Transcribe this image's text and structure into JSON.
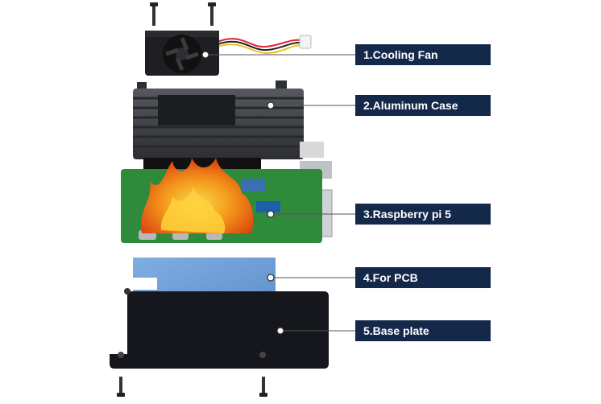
{
  "callouts": [
    {
      "id": "cooling-fan",
      "label": "1.Cooling Fan"
    },
    {
      "id": "aluminum-case",
      "label": "2.Aluminum Case"
    },
    {
      "id": "raspberry-pi",
      "label": "3.Raspberry pi 5"
    },
    {
      "id": "pcb-pad",
      "label": "4.For PCB"
    },
    {
      "id": "base-plate",
      "label": "5.Base plate"
    }
  ],
  "colors": {
    "label_bg": "#14294a",
    "label_text": "#ffffff",
    "leader_line": "#555555",
    "case": "#3b3e43",
    "pcb": "#2f8a3c",
    "thermal_pad": "#6f9fd6",
    "base_plate": "#15171c",
    "flame": "#ff7a12"
  },
  "icons": [
    "screw-icon",
    "fan-icon",
    "flame-icon"
  ]
}
